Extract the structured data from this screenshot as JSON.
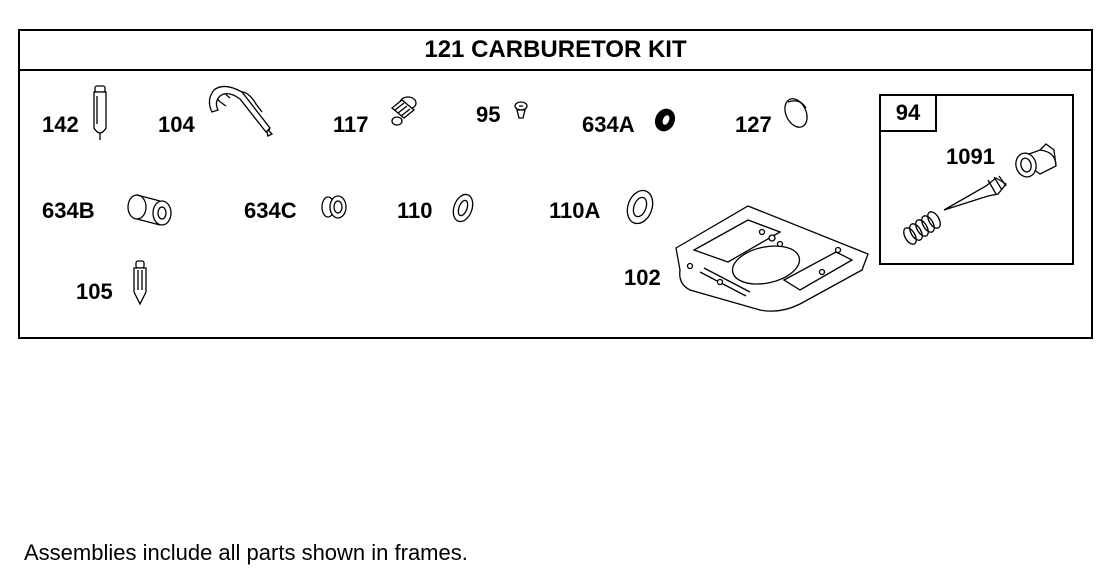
{
  "diagram": {
    "kit_title": "121 CARBURETOR KIT",
    "parts": {
      "p142": "142",
      "p104": "104",
      "p117": "117",
      "p95": "95",
      "p634A": "634A",
      "p127": "127",
      "p634B": "634B",
      "p634C": "634C",
      "p110": "110",
      "p110A": "110A",
      "p105": "105",
      "p102": "102"
    },
    "assembly": {
      "number": "94",
      "part": "1091"
    },
    "footnote": "Assemblies include all parts shown in frames."
  }
}
